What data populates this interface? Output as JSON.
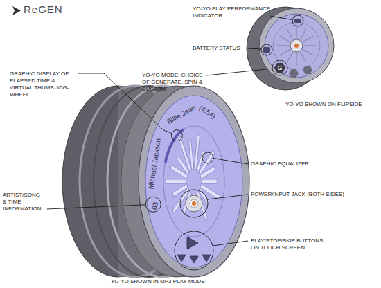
{
  "diagram": {
    "title": "ReGEN",
    "labels": [
      "YO-YO PLAY PERFORMANCE INDICATOR",
      "BATTERY STATUS",
      "YO-YO MODE: CHOICE OF GENERATE, SPIN & CUSTOM",
      "G",
      "YO-YO SHOWN ON FLIPSIDE",
      "GRAPHIC DISPLAY OF ELAPSED TIME & VIRTUAL THUMB JOG-WHEEL",
      "GRAPHIC EQUALIZER",
      "ARTIST/SONG & TIME INFORMATION",
      "63",
      "Michael Jackson",
      "Billie Jean",
      "(4:54)",
      "POWER/INPUT JACK (BOTH SIDES)",
      "PLAY/STOP/SKIP BUTTONS ON TOUCH SCREEN",
      "YO-YO SHOWN IN MP3 PLAY MODE"
    ]
  }
}
